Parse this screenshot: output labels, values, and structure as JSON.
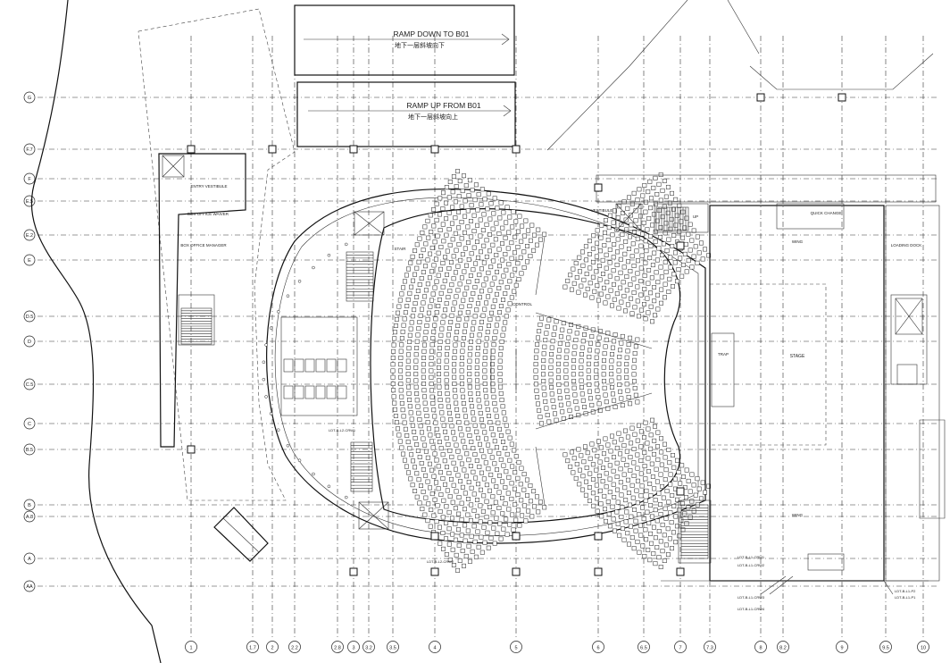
{
  "ramps": {
    "down_en": "RAMP DOWN TO B01",
    "down_cn": "地下一层斜坡向下",
    "up_en": "RAMP UP FROM B01",
    "up_cn": "地下一层斜坡向上"
  },
  "grid_rows": [
    "G",
    "F.7",
    "F",
    "E.5",
    "E.2",
    "E",
    "D.5",
    "D",
    "C.5",
    "C",
    "B.5",
    "B",
    "A.8",
    "A",
    "AA"
  ],
  "grid_cols": [
    "1",
    "1.7",
    "2",
    "2.2",
    "2.8",
    "3",
    "3.2",
    "3.5",
    "4",
    "5",
    "6",
    "6.5",
    "7",
    "7.3",
    "8",
    "8.2",
    "9",
    "9.5",
    "10"
  ],
  "rooms": {
    "entry_vestibule": "ENTRY VESTIBULE",
    "box_office_waiver": "BOX OFFICE WAIVER",
    "box_office_manager": "BOX OFFICE MANAGER",
    "stage": "STAGE",
    "trap": "TRAP",
    "quick_change": "QUICK CHANGE",
    "loading_dock": "LOADING DOCK",
    "vestibule": "VESTIBULE",
    "stair": "STAIR",
    "wing_top": "WING",
    "wing_bottom": "WING",
    "upper": "UP",
    "control": "CONTROL"
  },
  "tags": {
    "ld1": "LDT-B-L2-CRW1",
    "ld2": "LDT-B-L2-CRW2",
    "ld3": "LDT-B-L1-CRW1",
    "ld4": "LDT-B-L1-CRW2",
    "ld5": "LDT-B-L1-CRW3",
    "ld6": "LDT-B-L1-CRW4",
    "ld7": "LDT-B-L1-P2",
    "ld8": "LDT-B-L1-P1"
  }
}
